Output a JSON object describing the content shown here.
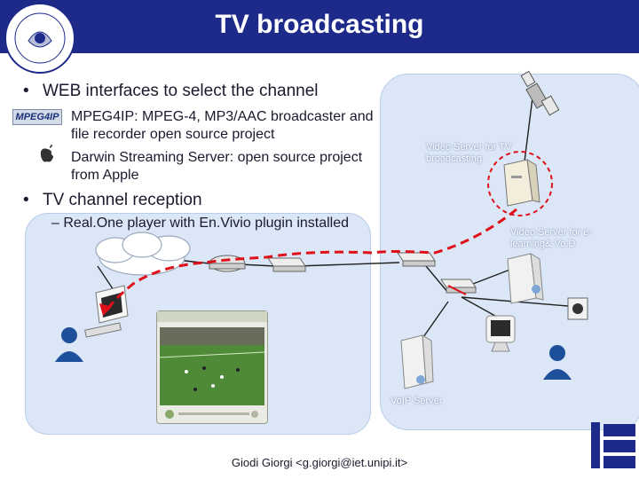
{
  "title": "TV broadcasting",
  "bullets": [
    {
      "marker": "•",
      "text": "WEB interfaces to select the channel"
    },
    {
      "marker": "•",
      "text": "TV channel reception"
    }
  ],
  "sub_items": [
    {
      "logo": "MPEG4IP",
      "text": "MPEG4IP: MPEG-4, MP3/AAC broadcaster and file recorder open source project"
    },
    {
      "logo": "apple-icon",
      "text": "Darwin Streaming Server: open source project from Apple"
    },
    {
      "marker": "–",
      "text": "Real.One player with En.Vivio plugin installed"
    }
  ],
  "network_labels": {
    "video_server": "Video Server for TV broadcasting",
    "elearning_server": "Video Server for e-learning& Vo.D",
    "voip_server": "VoIP Server"
  },
  "footer": "Giodi Giorgi <g.giorgi@iet.unipi.it>",
  "colors": {
    "title_bar": "#1e2a8a",
    "panel": "#dbe7f6",
    "path_red": "#e0101a"
  }
}
